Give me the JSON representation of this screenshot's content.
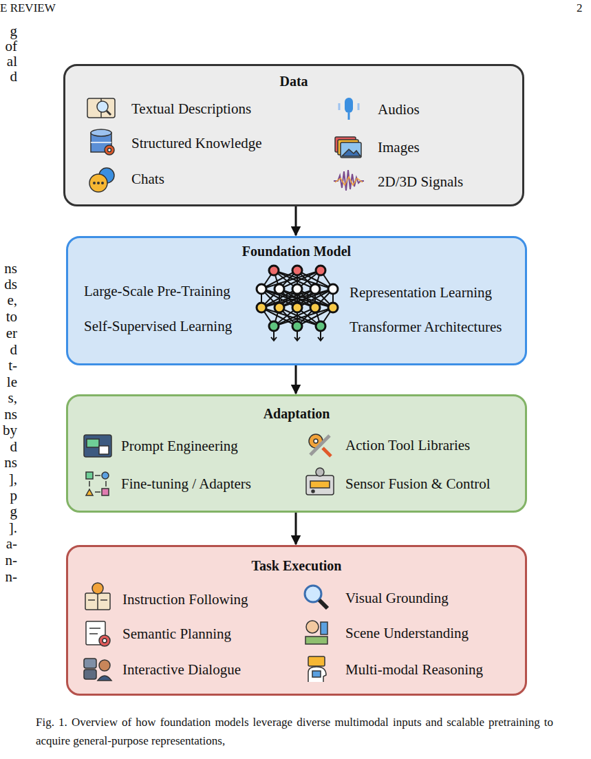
{
  "diagram": {
    "caption": "Fig. 1. Overview of how foundation models leverage diverse multimodal inputs and scalable pretraining to acquire general-purpose representations,",
    "nodes": [
      {
        "text": [
          "Data",
          "Textual Descriptions",
          "Audios",
          "Structured Knowledge",
          "Images",
          "Chats",
          "2D/3D Signals"
        ]
      },
      {
        "text": [
          "Foundation Model",
          "Large-Scale Pre-Training",
          "Representation Learning",
          "Self-Supervised Learning",
          "Transformer Architectures"
        ]
      },
      {
        "text": [
          "Adaptation",
          "Prompt Engineering",
          "Action Tool Libraries",
          "Fine-tuning / Adapters",
          "Sensor Fusion & Control"
        ]
      },
      {
        "text": [
          "Task Execution",
          "Instruction Following",
          "Visual Grounding",
          "Semantic Planning",
          "Scene Understanding",
          "Interactive Dialogue",
          "Multi-modal Reasoning"
        ]
      }
    ],
    "edges": [
      {
        "from": 0,
        "to": 1,
        "arrow": "to"
      },
      {
        "from": 1,
        "to": 2,
        "arrow": "to"
      },
      {
        "from": 2,
        "to": 3,
        "arrow": "to"
      }
    ],
    "labels": [
      "E REVIEW",
      "2",
      "g",
      "of",
      "al",
      "d",
      "ns",
      "ds",
      "e,",
      "to",
      "er",
      "d",
      "t-",
      "le",
      "s,",
      "ns",
      "by",
      "d",
      "ns",
      "],",
      "p",
      "g",
      "].",
      "a-",
      "n-",
      "n-"
    ]
  }
}
